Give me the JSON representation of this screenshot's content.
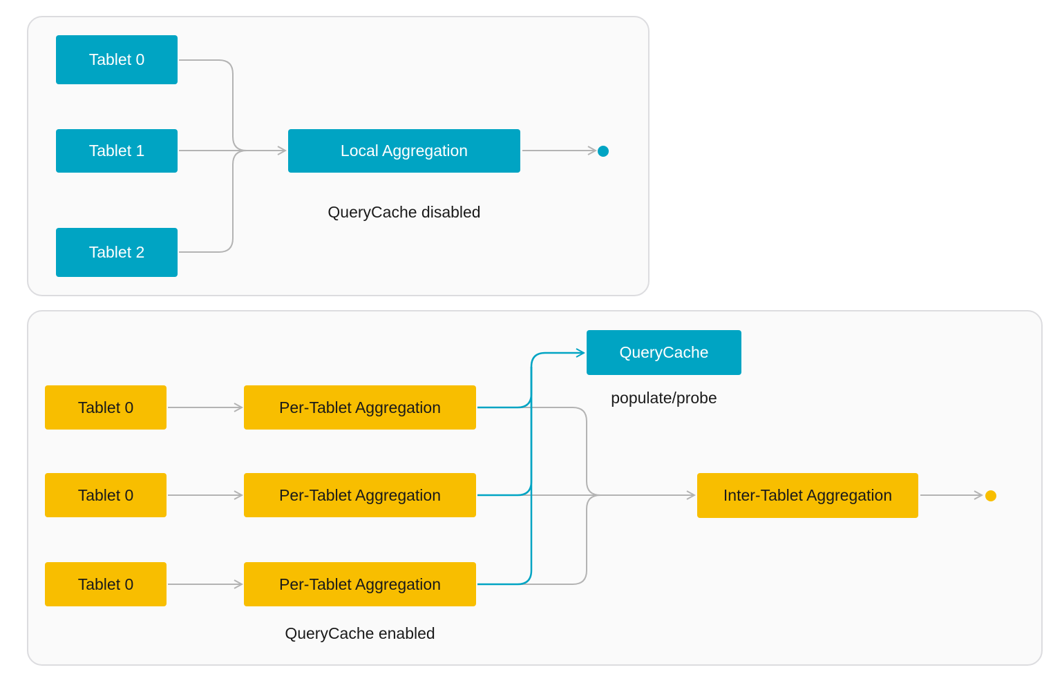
{
  "colors": {
    "teal": "#00a4c3",
    "amber": "#f8be00",
    "connector": "#b3b3b3",
    "panel_border": "#dcdcdf"
  },
  "top": {
    "tablets": [
      "Tablet 0",
      "Tablet 1",
      "Tablet 2"
    ],
    "aggregation": "Local Aggregation",
    "caption": "QueryCache disabled"
  },
  "bottom": {
    "tablets": [
      "Tablet 0",
      "Tablet 0",
      "Tablet 0"
    ],
    "per_tablet": [
      "Per-Tablet Aggregation",
      "Per-Tablet Aggregation",
      "Per-Tablet Aggregation"
    ],
    "cache": "QueryCache",
    "cache_caption": "populate/probe",
    "inter_tablet": "Inter-Tablet Aggregation",
    "caption": "QueryCache enabled"
  }
}
